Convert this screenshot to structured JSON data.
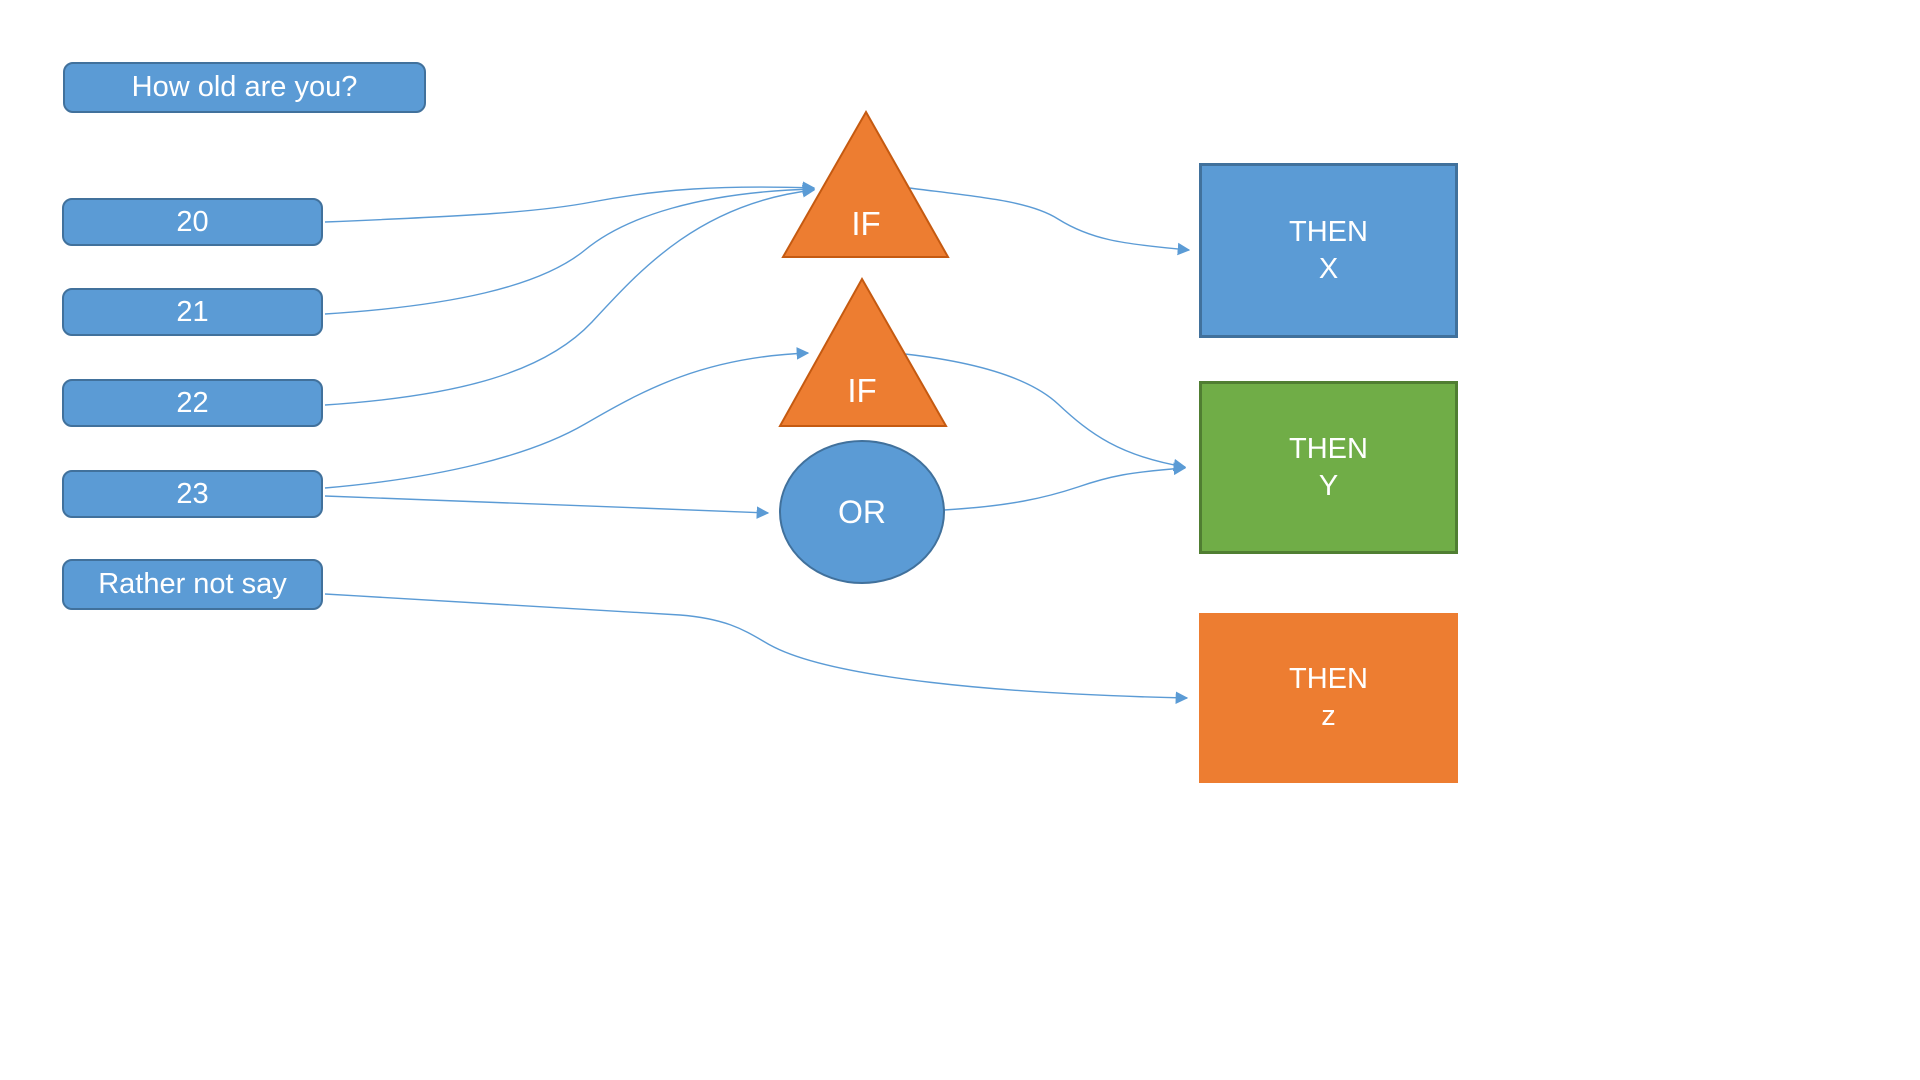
{
  "question": {
    "label": "How old are you?"
  },
  "options": [
    {
      "label": "20"
    },
    {
      "label": "21"
    },
    {
      "label": "22"
    },
    {
      "label": "23"
    },
    {
      "label": "Rather not say"
    }
  ],
  "gates": [
    {
      "id": "if-1",
      "label": "IF",
      "shape": "triangle"
    },
    {
      "id": "if-2",
      "label": "IF",
      "shape": "triangle"
    },
    {
      "id": "or",
      "label": "OR",
      "shape": "circle"
    }
  ],
  "outcomes": [
    {
      "id": "then-x",
      "label": "THEN",
      "value": "X"
    },
    {
      "id": "then-y",
      "label": "THEN",
      "value": "Y"
    },
    {
      "id": "then-z",
      "label": "THEN",
      "value": "z"
    }
  ],
  "connections": [
    {
      "from": "20",
      "to": "if-1"
    },
    {
      "from": "21",
      "to": "if-1"
    },
    {
      "from": "22",
      "to": "if-1"
    },
    {
      "from": "23",
      "to": "if-2"
    },
    {
      "from": "23",
      "to": "or"
    },
    {
      "from": "Rather not say",
      "to": "then-z"
    },
    {
      "from": "if-1",
      "to": "then-x"
    },
    {
      "from": "if-2",
      "to": "then-y"
    },
    {
      "from": "or",
      "to": "then-y"
    }
  ],
  "colors": {
    "blue_fill": "#5b9bd5",
    "blue_border": "#41719c",
    "orange_fill": "#ed7d31",
    "orange_border": "#c55a11",
    "green_fill": "#70ad47",
    "green_border": "#507e32",
    "connector": "#5b9bd5",
    "text": "#ffffff"
  }
}
